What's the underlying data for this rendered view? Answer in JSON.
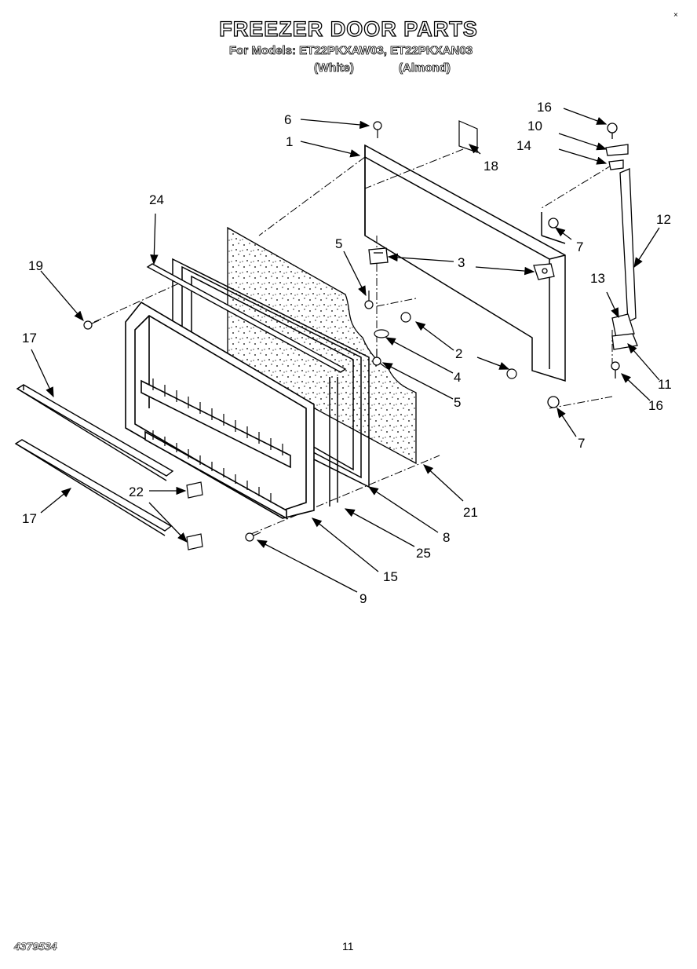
{
  "header": {
    "title": "FREEZER DOOR PARTS",
    "models_line": "For Models: ET22PKXAW03, ET22PKXAN03",
    "variant_white": "(White)",
    "variant_almond": "(Almond)"
  },
  "callouts": {
    "c1": "1",
    "c2": "2",
    "c3": "3",
    "c4": "4",
    "c5a": "5",
    "c5b": "5",
    "c6": "6",
    "c7a": "7",
    "c7b": "7",
    "c8": "8",
    "c9": "9",
    "c10": "10",
    "c11": "11",
    "c12": "12",
    "c13": "13",
    "c14": "14",
    "c15": "15",
    "c16a": "16",
    "c16b": "16",
    "c17a": "17",
    "c17b": "17",
    "c18": "18",
    "c19": "19",
    "c21": "21",
    "c22": "22",
    "c24": "24",
    "c25": "25"
  },
  "footer": {
    "part_code": "4379534",
    "page_number": "11"
  }
}
